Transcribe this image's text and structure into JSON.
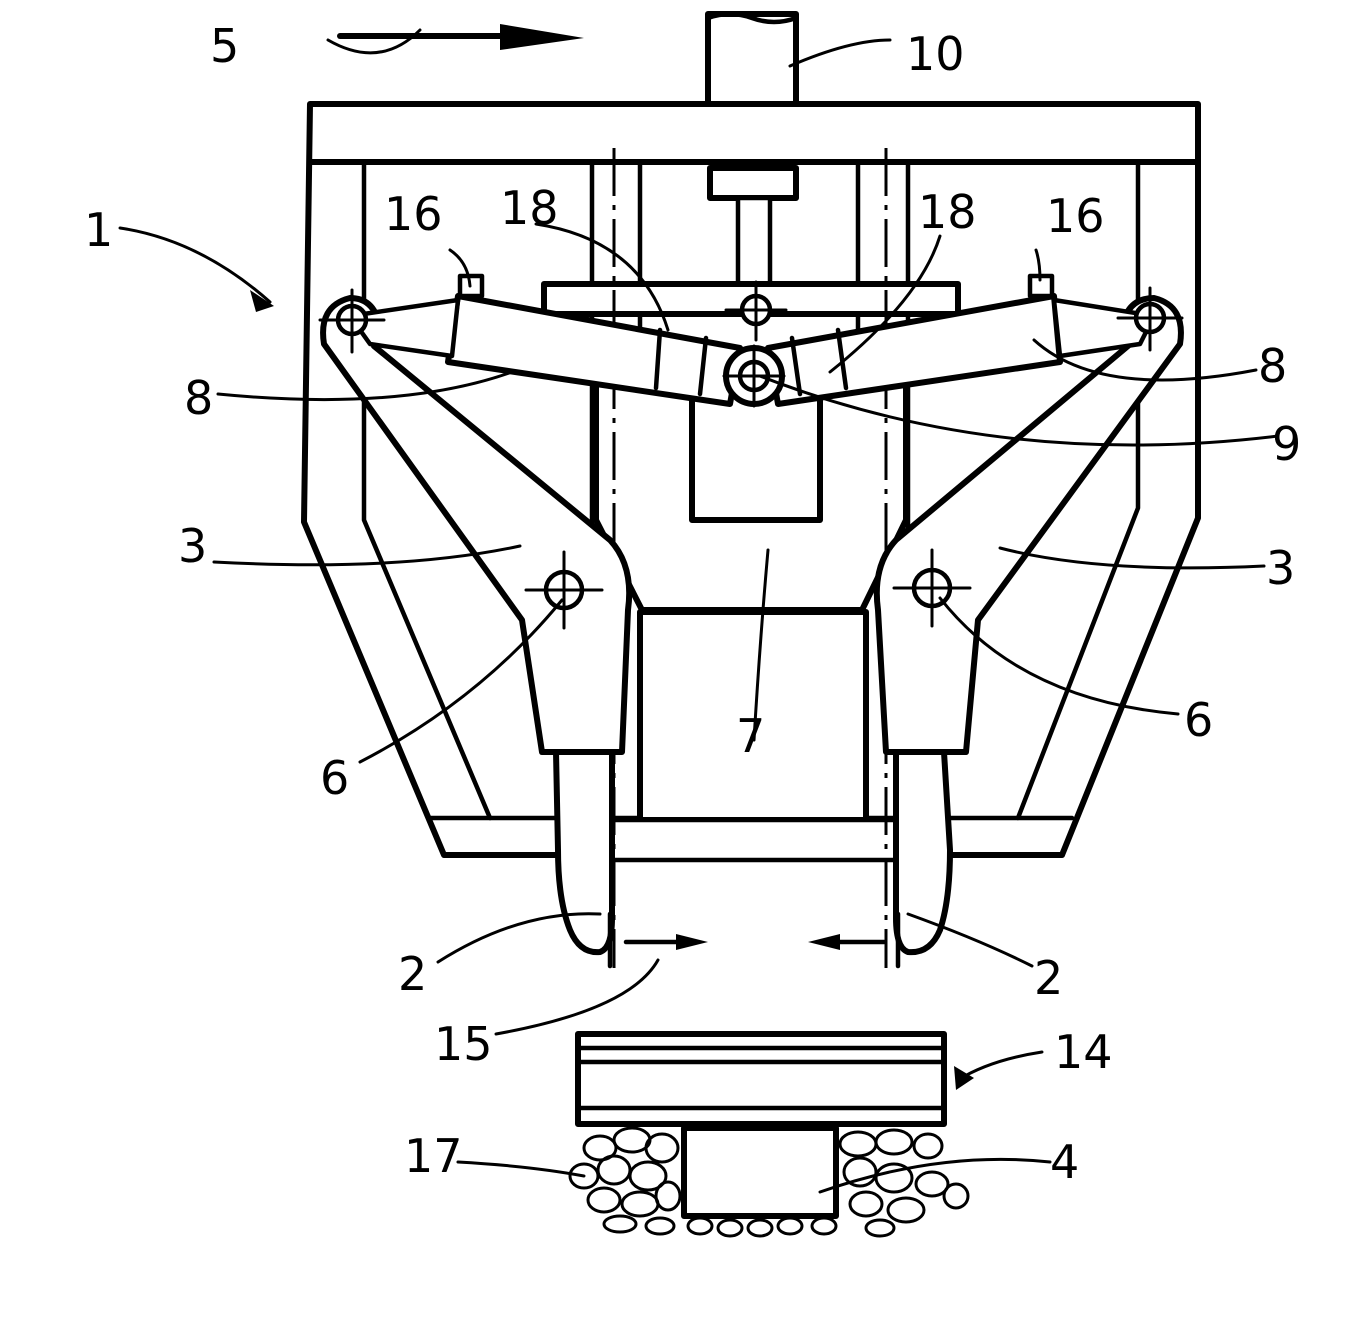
{
  "labels": {
    "l1": "1",
    "l2_left": "2",
    "l2_right": "2",
    "l3_left": "3",
    "l3_right": "3",
    "l4": "4",
    "l5": "5",
    "l6_left": "6",
    "l6_right": "6",
    "l7": "7",
    "l8_left": "8",
    "l8_right": "8",
    "l9": "9",
    "l10": "10",
    "l14": "14",
    "l15": "15",
    "l16_left": "16",
    "l16_right": "16",
    "l17": "17",
    "l18_left": "18",
    "l18_right": "18"
  },
  "colors": {
    "ink": "#000000",
    "paper": "#ffffff"
  }
}
